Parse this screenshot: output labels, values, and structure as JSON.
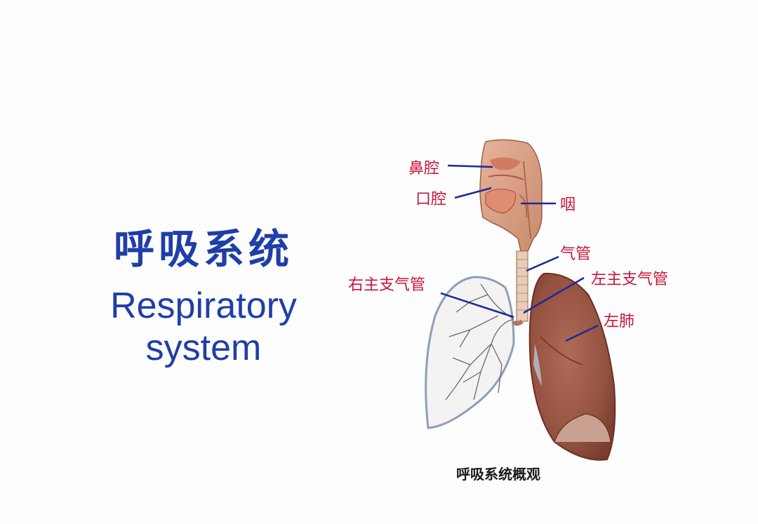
{
  "title": {
    "cn": "呼吸系统",
    "en_line1": "Respiratory",
    "en_line2": "system"
  },
  "diagram": {
    "labels": {
      "nasal_cavity": "鼻腔",
      "oral_cavity": "口腔",
      "pharynx": "咽",
      "trachea": "气管",
      "right_main_bronchus": "右主支气管",
      "left_main_bronchus": "左主支气管",
      "left_lung": "左肺"
    },
    "caption": "呼吸系统概观"
  },
  "colors": {
    "title": "#1f3ea8",
    "label": "#c8143a",
    "leader_line": "#1a2a9a",
    "tissue": "#c98a6e",
    "lung": "#9a5a48"
  }
}
